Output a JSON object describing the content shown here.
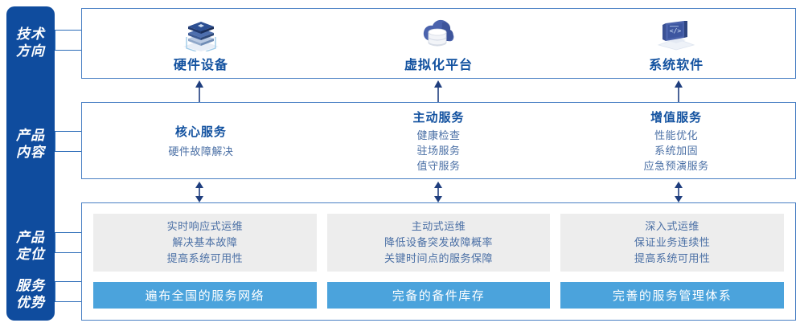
{
  "rail": {
    "labels": [
      {
        "name": "technology-direction",
        "line1": "技术",
        "line2": "方向"
      },
      {
        "name": "product-content",
        "line1": "产品",
        "line2": "内容"
      },
      {
        "name": "product-positioning",
        "line1": "产品",
        "line2": "定位"
      },
      {
        "name": "service-advantage",
        "line1": "服务",
        "line2": "优势"
      }
    ]
  },
  "technology": {
    "items": [
      {
        "icon": "server-stack-icon",
        "label": "硬件设备"
      },
      {
        "icon": "cloud-database-icon",
        "label": "虚拟化平台"
      },
      {
        "icon": "laptop-code-icon",
        "label": "系统软件"
      }
    ]
  },
  "content": {
    "columns": [
      {
        "title": "核心服务",
        "items": [
          "硬件故障解决"
        ]
      },
      {
        "title": "主动服务",
        "items": [
          "健康检查",
          "驻场服务",
          "值守服务"
        ]
      },
      {
        "title": "增值服务",
        "items": [
          "性能优化",
          "系统加固",
          "应急预演服务"
        ]
      }
    ]
  },
  "positioning": {
    "boxes": [
      {
        "lines": [
          "实时响应式运维",
          "解决基本故障",
          "提高系统可用性"
        ]
      },
      {
        "lines": [
          "主动式运维",
          "降低设备突发故障概率",
          "关键时间点的服务保障"
        ]
      },
      {
        "lines": [
          "深入式运维",
          "保证业务连续性",
          "提高系统可用性"
        ]
      }
    ]
  },
  "advantages": {
    "bars": [
      "遍布全国的服务网络",
      "完备的备件库存",
      "完善的服务管理体系"
    ]
  },
  "arrows": {
    "up": "arrow-up-icon",
    "bidirectional": "arrow-bidirectional-icon"
  },
  "colors": {
    "rail_blue": "#0f4c9e",
    "panel_border": "#4a80c4",
    "title_blue": "#1352a0",
    "body_blue": "#4a6fa5",
    "gray_box": "#ededed",
    "bar_blue": "#4ba3dc"
  }
}
